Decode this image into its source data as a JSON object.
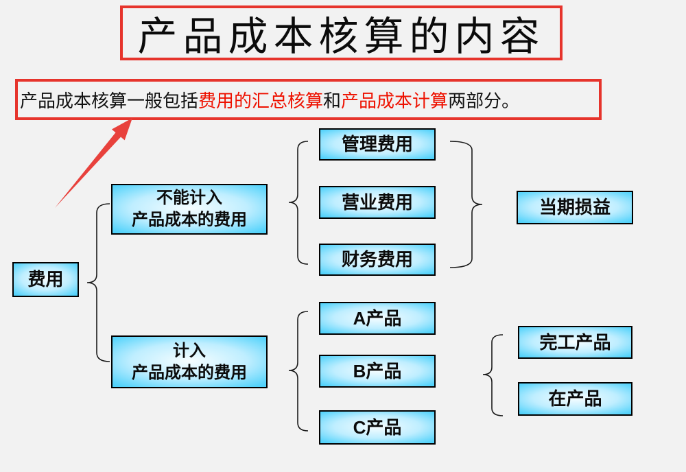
{
  "title": "产品成本核算的内容",
  "subtitle": {
    "segments": [
      {
        "text": "产品成本核算一般包括",
        "color": "#111111"
      },
      {
        "text": "费用的汇总核算",
        "color": "#EE1100"
      },
      {
        "text": "和",
        "color": "#111111"
      },
      {
        "text": "产品成本计算",
        "color": "#EE1100"
      },
      {
        "text": "两部分。",
        "color": "#111111"
      }
    ]
  },
  "tree": {
    "root_label": "费用",
    "excluded": {
      "line1": "不能计入",
      "line2": "产品成本的费用"
    },
    "included": {
      "line1": "计入",
      "line2": "产品成本的费用"
    },
    "expenses": [
      "管理费用",
      "营业费用",
      "财务费用"
    ],
    "expenses_result": "当期损益",
    "products": [
      "A产品",
      "B产品",
      "C产品"
    ],
    "product_states": [
      "完工产品",
      "在产品"
    ]
  },
  "connectors": {
    "brace_shape": "curly-brace",
    "arrow_shape": "red-tapered-arrow"
  },
  "colors": {
    "background": "#F2F2F2",
    "accent_red_border": "#E6342C",
    "red_text": "#EE1100",
    "arrow_red": "#E8413C",
    "node_border": "#000000",
    "node_fill_center": "#F6FDFF",
    "node_fill_edge": "#2EC6F7",
    "text": "#111111"
  }
}
